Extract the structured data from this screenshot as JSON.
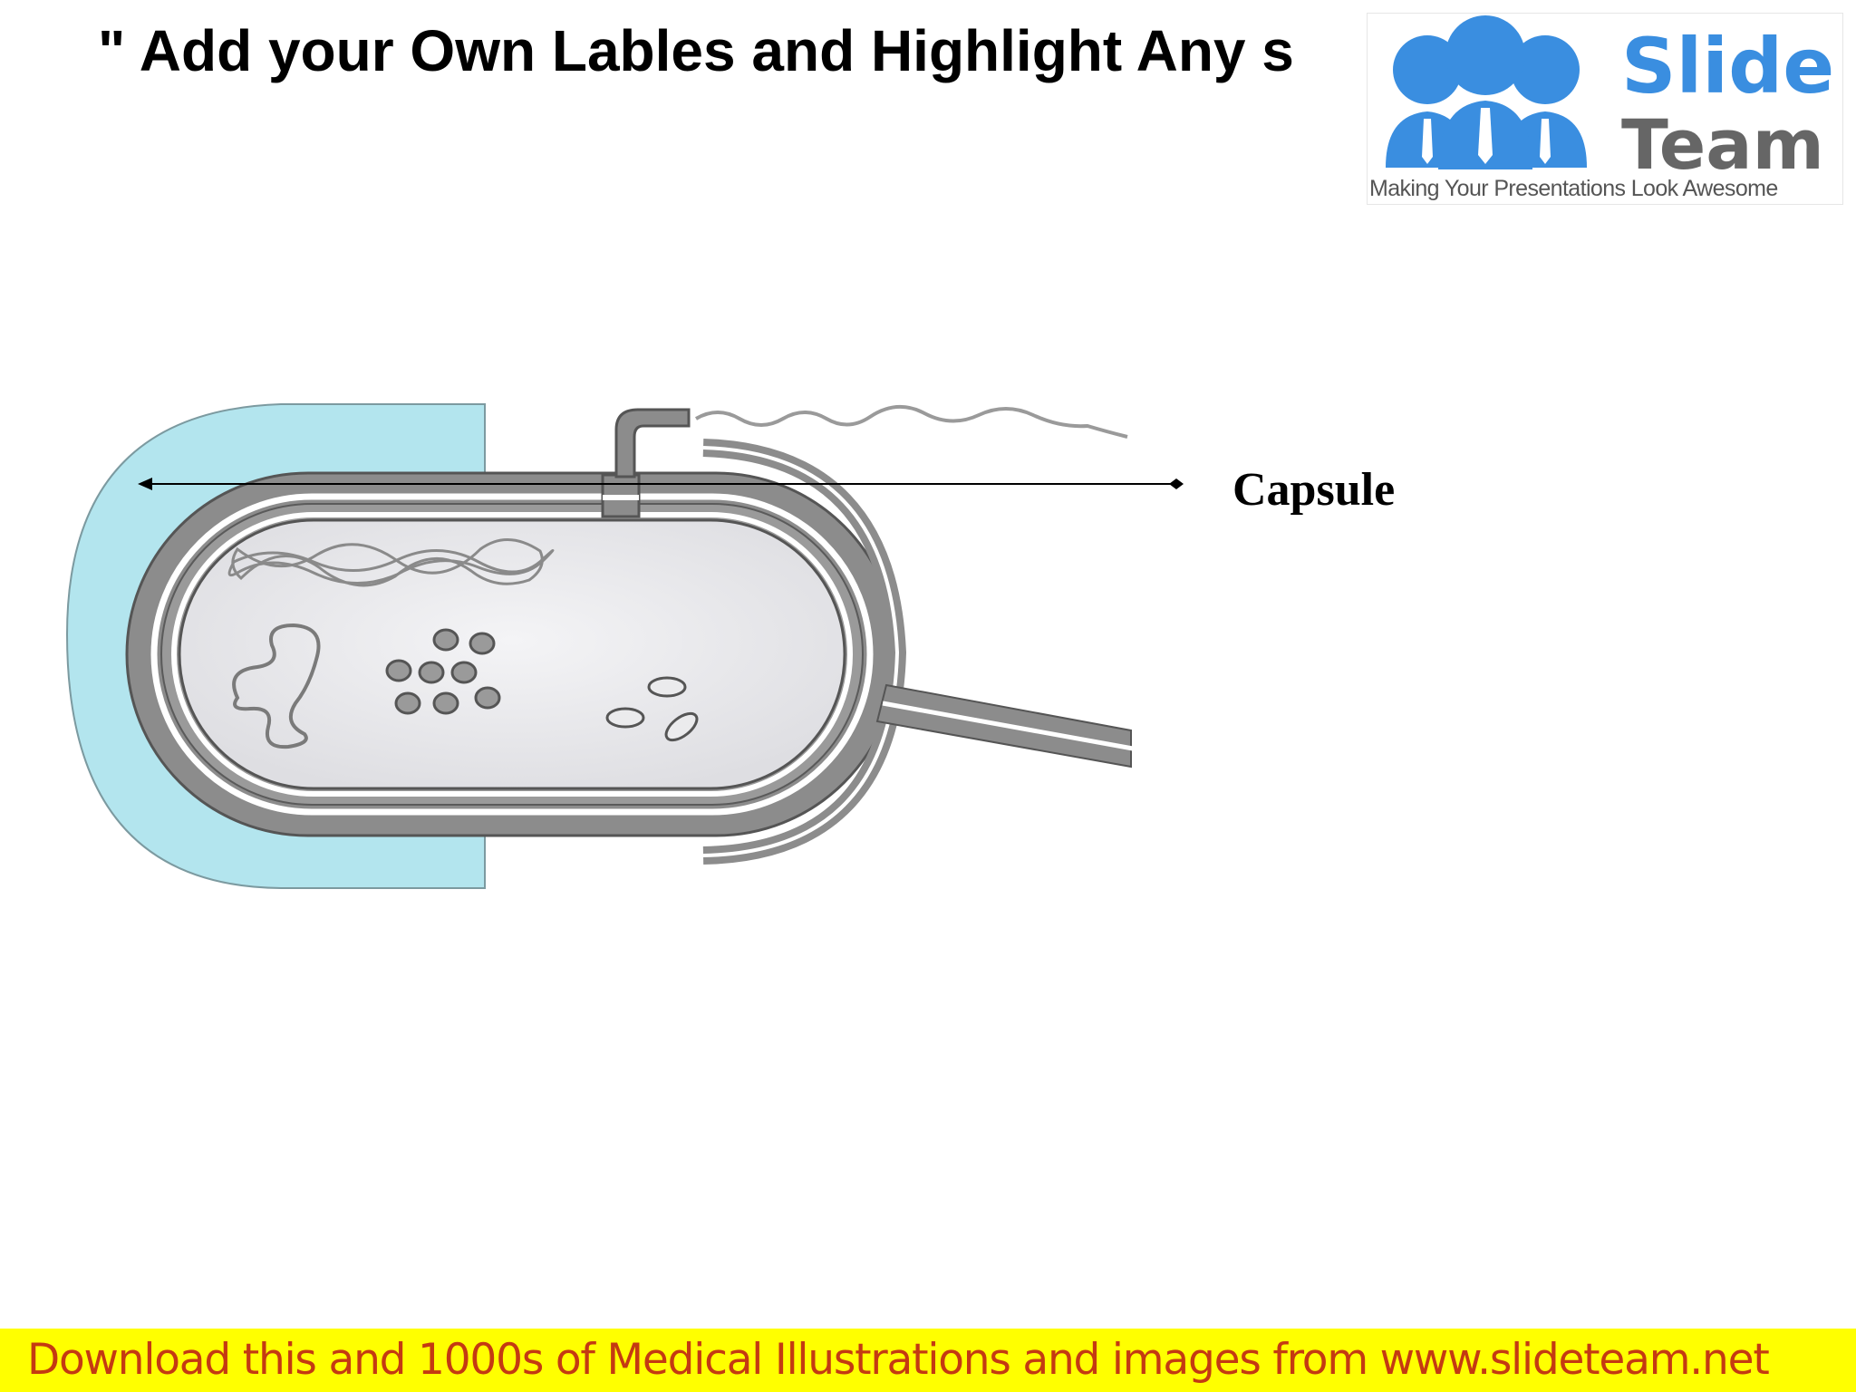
{
  "slide": {
    "title": "\" Add your Own Lables and Highlight Any s"
  },
  "logo": {
    "word1": "Slide",
    "word2": "Team",
    "tagline": "Making Your Presentations Look Awesome",
    "colors": {
      "people": "#3a8ee0",
      "slide_text": "#3a8ee0",
      "team_text": "#666666"
    }
  },
  "diagram": {
    "labels": [
      {
        "text": "Capsule"
      }
    ],
    "colors": {
      "capsule_fill": "#b3e5ee",
      "cell_wall": "#8c8c8c",
      "cytoplasm": "#ebebed",
      "outline": "#555555"
    }
  },
  "footer": {
    "text": "Download this and 1000s of Medical Illustrations and images from www.slideteam.net",
    "background": "#ffff00",
    "text_color": "#c43a12"
  }
}
